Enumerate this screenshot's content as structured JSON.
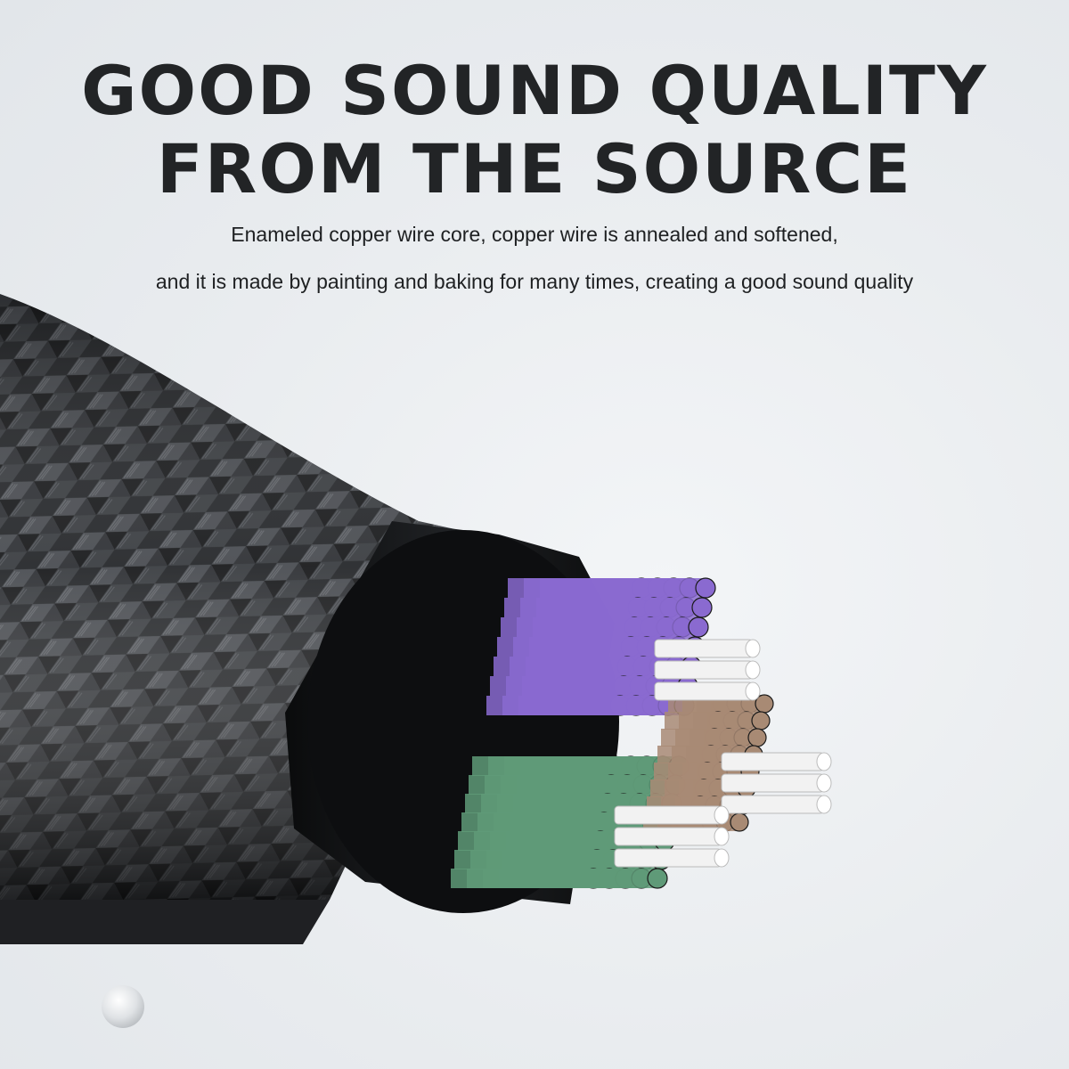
{
  "headline": {
    "line1": "GOOD SOUND QUALITY",
    "line2": "FROM THE SOURCE"
  },
  "description": {
    "line1": "Enameled copper wire core, copper wire is annealed and softened,",
    "line2": "and it is made by painting and baking for many times, creating a good sound quality"
  },
  "colors": {
    "background": "#e9ecef",
    "braid": "#2c2e31",
    "jacket": "#141517",
    "purple_strands": "#8a6ad0",
    "green_strands": "#5f9a78",
    "copper_strands": "#a88a74",
    "white_strands": "#f2f2f2"
  }
}
